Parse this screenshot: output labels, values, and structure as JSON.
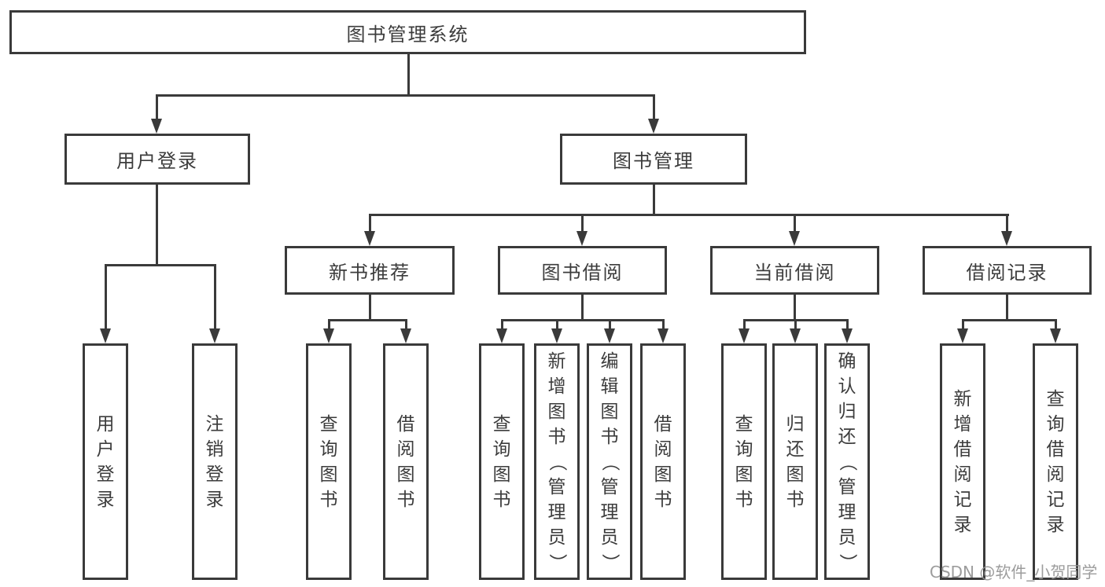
{
  "diagram": {
    "root": {
      "label": "图书管理系统"
    },
    "branches": [
      {
        "label": "用户登录",
        "children": [
          {
            "label": "用户登录"
          },
          {
            "label": "注销登录"
          }
        ]
      },
      {
        "label": "图书管理",
        "children": [
          {
            "label": "新书推荐",
            "children": [
              {
                "label": "查询图书"
              },
              {
                "label": "借阅图书"
              }
            ]
          },
          {
            "label": "图书借阅",
            "children": [
              {
                "label": "查询图书"
              },
              {
                "label": "新增图书（管理员）"
              },
              {
                "label": "编辑图书（管理员）"
              },
              {
                "label": "借阅图书"
              }
            ]
          },
          {
            "label": "当前借阅",
            "children": [
              {
                "label": "查询图书"
              },
              {
                "label": "归还图书"
              },
              {
                "label": "确认归还（管理员）"
              }
            ]
          },
          {
            "label": "借阅记录",
            "children": [
              {
                "label": "新增借阅记录"
              },
              {
                "label": "查询借阅记录"
              }
            ]
          }
        ]
      }
    ]
  },
  "watermark": {
    "text": "CSDN @软件_小贺同学"
  },
  "colors": {
    "line": "#3a3a3a",
    "text": "#3c3c3c",
    "background": "#ffffff",
    "watermark": "#949494"
  }
}
